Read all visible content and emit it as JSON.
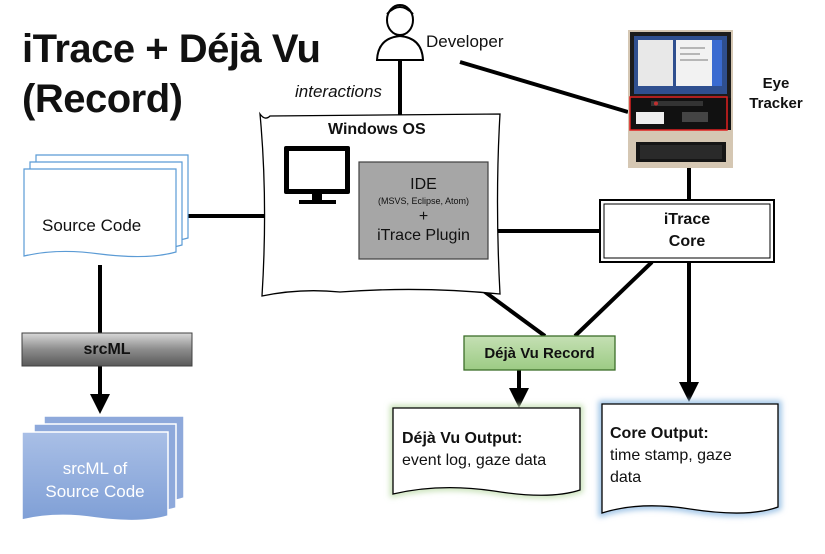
{
  "title": {
    "line1": "iTrace + Déjà Vu",
    "line2": "(Record)"
  },
  "developer": {
    "label": "Developer",
    "icon": "person-icon"
  },
  "interactions_label": "interactions",
  "windows_os": {
    "label": "Windows OS",
    "icon": "monitor-icon"
  },
  "ide": {
    "title": "IDE",
    "subtitle": "(MSVS, Eclipse, Atom)",
    "plus": "+",
    "plugin": "iTrace Plugin"
  },
  "source_code": {
    "label": "Source Code"
  },
  "eye_tracker": {
    "line1": "Eye",
    "line2": "Tracker",
    "icon": "eye-tracker-photo"
  },
  "itrace_core": {
    "line1": "iTrace",
    "line2": "Core"
  },
  "srcml": {
    "label": "srcML"
  },
  "srcml_output": {
    "line1": "srcML of",
    "line2": "Source Code"
  },
  "dejavu_record": {
    "label": "Déjà Vu Record"
  },
  "dejavu_output": {
    "title": "Déjà Vu Output:",
    "line2": "event log, gaze data"
  },
  "core_output": {
    "title": "Core Output:",
    "line2": "time stamp, gaze",
    "line3": "data"
  },
  "colors": {
    "ide_box": "#a6a6a6",
    "srcml_bar": "#8c8c8c",
    "srcml_doc": "#8ea9db",
    "record_box": "#a9d18e",
    "record_glow": "#c5e0b4",
    "core_glow": "#9dc3e6",
    "source_doc_border": "#5b9bd5"
  }
}
